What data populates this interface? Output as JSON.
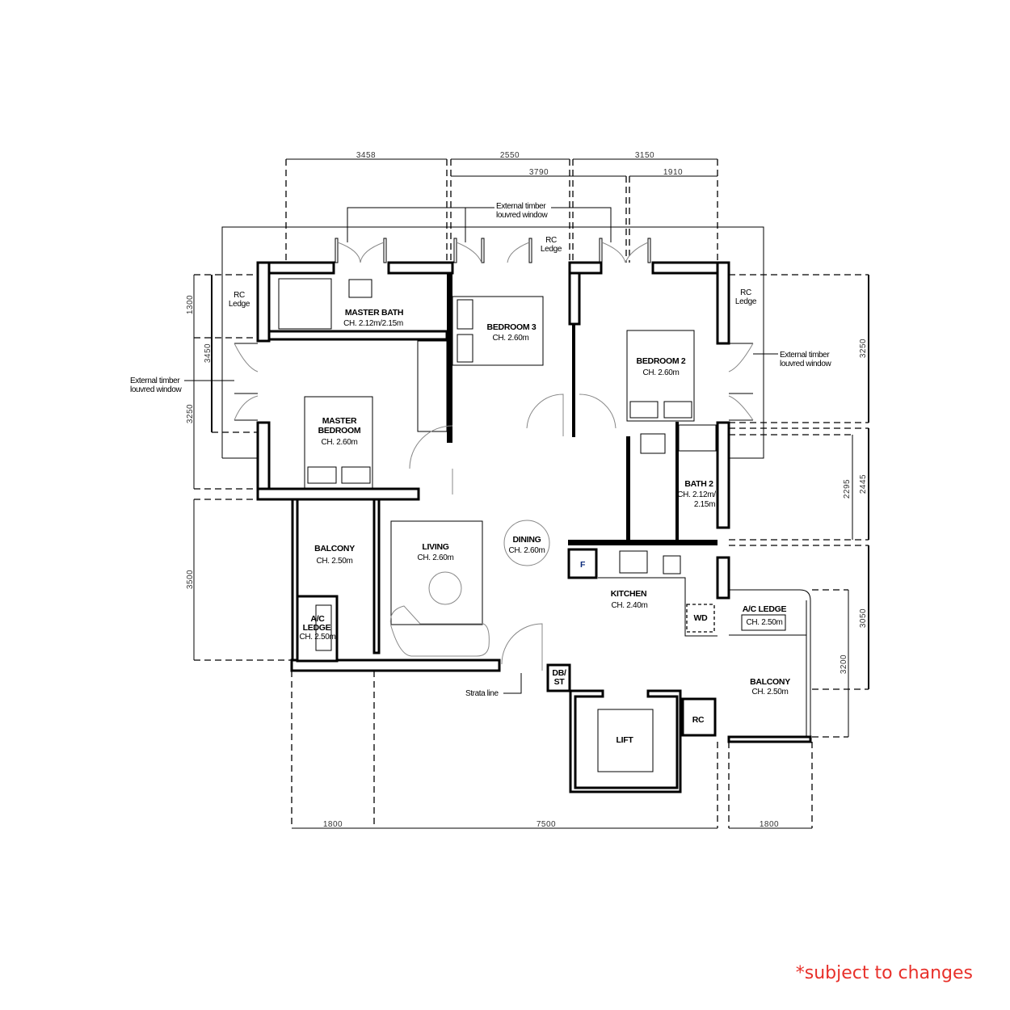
{
  "rooms": {
    "master_bath": {
      "name": "MASTER BATH",
      "ch": "CH. 2.12m/2.15m"
    },
    "bedroom3": {
      "name": "BEDROOM 3",
      "ch": "CH. 2.60m"
    },
    "bedroom2": {
      "name": "BEDROOM 2",
      "ch": "CH. 2.60m"
    },
    "master_bedroom": {
      "name1": "MASTER",
      "name2": "BEDROOM",
      "ch": "CH. 2.60m"
    },
    "bath2": {
      "name": "BATH 2",
      "ch1": "CH. 2.12m/",
      "ch2": "2.15m"
    },
    "dining": {
      "name": "DINING",
      "ch": "CH. 2.60m"
    },
    "living": {
      "name": "LIVING",
      "ch": "CH. 2.60m"
    },
    "balcony_left": {
      "name": "BALCONY",
      "ch": "CH. 2.50m"
    },
    "ac_ledge_left": {
      "name1": "A/C",
      "name2": "LEDGE",
      "ch": "CH. 2.50m"
    },
    "kitchen": {
      "name": "KITCHEN",
      "ch": "CH. 2.40m"
    },
    "ac_ledge_right": {
      "name": "A/C LEDGE",
      "ch": "CH. 2.50m"
    },
    "balcony_right": {
      "name": "BALCONY",
      "ch": "CH. 2.50m"
    },
    "lift": {
      "name": "LIFT"
    }
  },
  "fixtures": {
    "fridge": "F",
    "washer_dryer": "WD",
    "db_st1": "DB/",
    "db_st2": "ST",
    "refuse_chute": "RC"
  },
  "annotations": {
    "window_top1": "External timber",
    "window_top2": "louvred window",
    "window_left1": "External timber",
    "window_left2": "louvred window",
    "window_right1": "External timber",
    "window_right2": "louvred window",
    "ledge_top1": "RC",
    "ledge_top2": "Ledge",
    "ledge_left1": "RC",
    "ledge_left2": "Ledge",
    "ledge_right1": "RC",
    "ledge_right2": "Ledge",
    "strata_line": "Strata line"
  },
  "dimensions": {
    "top": [
      "3458",
      "2550",
      "3150"
    ],
    "top2": [
      "3790",
      "1910"
    ],
    "bottom": [
      "1800",
      "7500",
      "1800"
    ],
    "left": [
      "1300",
      "3250",
      "3500"
    ],
    "left2": "3450",
    "right": [
      "3250",
      "2445",
      "3050"
    ],
    "right2": [
      "2295",
      "3200"
    ]
  },
  "note": "*subject to changes",
  "colors": {
    "note": "#e8302a"
  }
}
